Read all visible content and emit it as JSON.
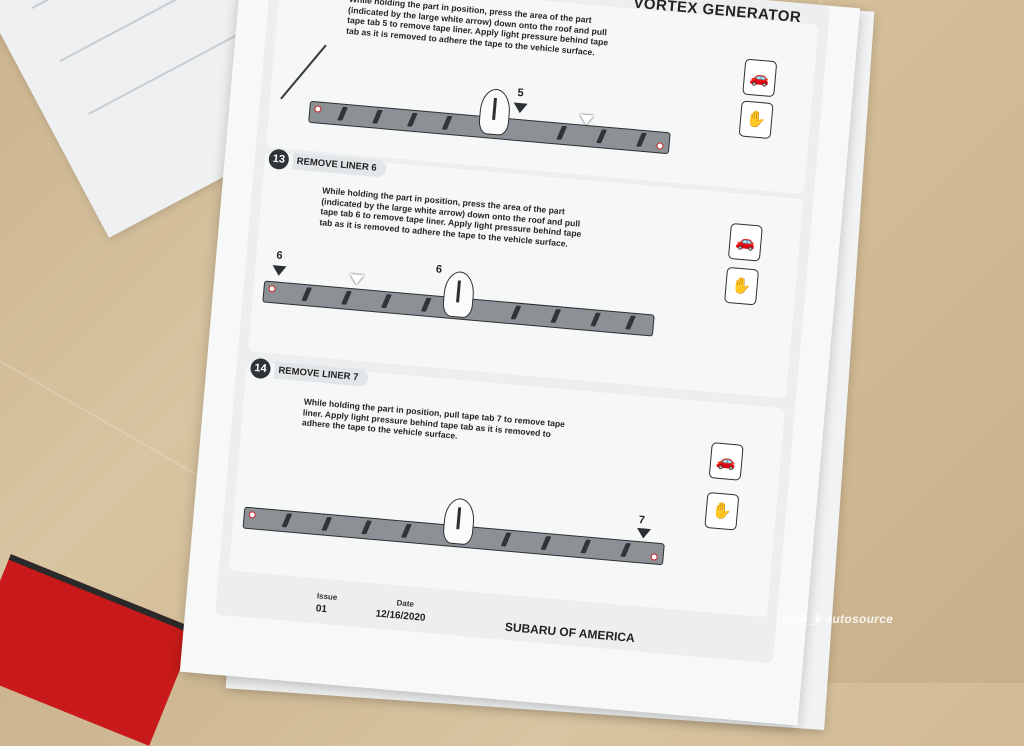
{
  "document": {
    "title": "VORTEX GENERATOR",
    "steps": [
      {
        "number": "",
        "title": "",
        "instruction": "While holding the part in position, press the area of the part (indicated by the large white arrow) down onto the roof and pull tape tab 5 to remove tape liner. Apply light pressure behind tape tab as it is removed to adhere the tape to the vehicle surface.",
        "callout": "5"
      },
      {
        "number": "13",
        "title": "REMOVE LINER 6",
        "instruction": "While holding the part in position, press the area of the part (indicated by the large white arrow) down onto the roof and pull tape tab 6 to remove tape liner. Apply light pressure behind tape tab as it is removed to adhere the tape to the vehicle surface.",
        "callout": "6"
      },
      {
        "number": "14",
        "title": "REMOVE LINER 7",
        "instruction": "While holding the part in position, pull tape tab 7 to remove tape liner. Apply light pressure behind tape tab as it is removed to adhere the tape to the vehicle surface.",
        "callout": "7"
      }
    ],
    "footer": {
      "issue_label": "Issue",
      "issue_value": "01",
      "date_label": "Date",
      "date_value": "12/16/2020",
      "brand": "SUBARU OF AMERICA"
    }
  },
  "watermark": "type_k autosource",
  "colors": {
    "table": "#d2bb95",
    "paper": "#f7f8f8",
    "strip": "#8c9196",
    "accent_red": "#c81a1a"
  }
}
